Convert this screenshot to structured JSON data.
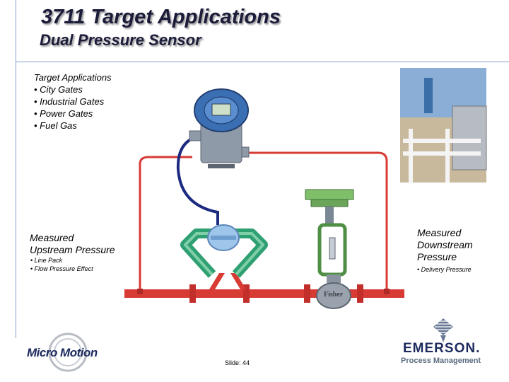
{
  "slide": {
    "title": "3711 Target Applications",
    "subtitle": "Dual Pressure Sensor",
    "slide_number": "Slide: 44"
  },
  "applications": {
    "heading": "Target Applications",
    "items": [
      "• City Gates",
      "• Industrial Gates",
      "• Power Gates",
      "• Fuel Gas"
    ]
  },
  "upstream": {
    "label_line1": "Measured",
    "label_line2": "Upstream Pressure",
    "bullets": [
      "• Line Pack",
      "• Flow Pressure Effect"
    ]
  },
  "downstream": {
    "label_line1": "Measured",
    "label_line2": "Downstream",
    "label_line3": "Pressure",
    "bullets": [
      "• Delivery Pressure"
    ]
  },
  "valve": {
    "brand": "Fisher"
  },
  "logos": {
    "micro_motion": "Micro Motion",
    "emerson": "EMERSON.",
    "emerson_sub": "Process Management"
  },
  "colors": {
    "title": "#1b1b3a",
    "pipe_red": "#d83a34",
    "tube_green": "#2fa072",
    "cable_blue": "#1c2a80",
    "valve_green": "#6aa55a"
  }
}
